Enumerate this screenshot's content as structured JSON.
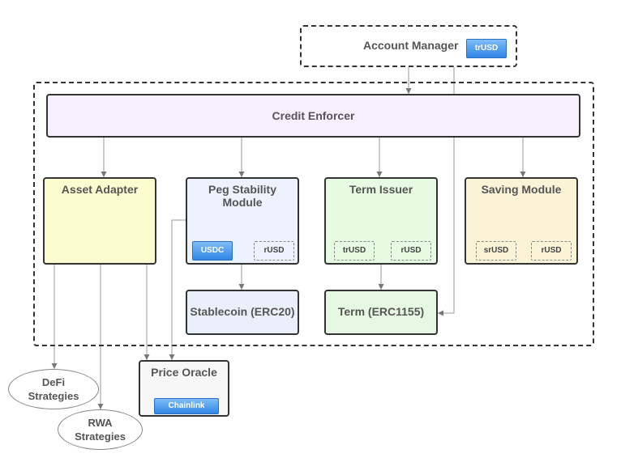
{
  "account_manager": {
    "title": "Account Manager",
    "token": "trUSD"
  },
  "credit_enforcer": {
    "title": "Credit Enforcer"
  },
  "asset_adapter": {
    "title": "Asset Adapter"
  },
  "peg_stability_module": {
    "title_line1": "Peg Stability",
    "title_line2": "Module",
    "token_solid": "USDC",
    "token_dashed": "rUSD"
  },
  "term_issuer": {
    "title": "Term Issuer",
    "token_1": "trUSD",
    "token_2": "rUSD"
  },
  "saving_module": {
    "title": "Saving Module",
    "token_1": "srUSD",
    "token_2": "rUSD"
  },
  "stablecoin": {
    "title": "Stablecoin (ERC20)"
  },
  "term": {
    "title": "Term (ERC1155)"
  },
  "price_oracle": {
    "title": "Price Oracle",
    "token": "Chainlink"
  },
  "defi_strategies": {
    "line1": "DeFi",
    "line2": "Strategies"
  },
  "rwa_strategies": {
    "line1": "RWA",
    "line2": "Strategies"
  },
  "colors": {
    "credit_enforcer": "#f8efff",
    "asset_adapter": "#fdfcd0",
    "peg_stability_module": "#ecf2fe",
    "term_issuer": "#e6fbe2",
    "saving_module": "#fbf3d6",
    "stablecoin": "#eaf0fb",
    "term": "#e6f8e2",
    "price_oracle": "#f7f7f7",
    "chip_blue": "#3b8fe8"
  }
}
